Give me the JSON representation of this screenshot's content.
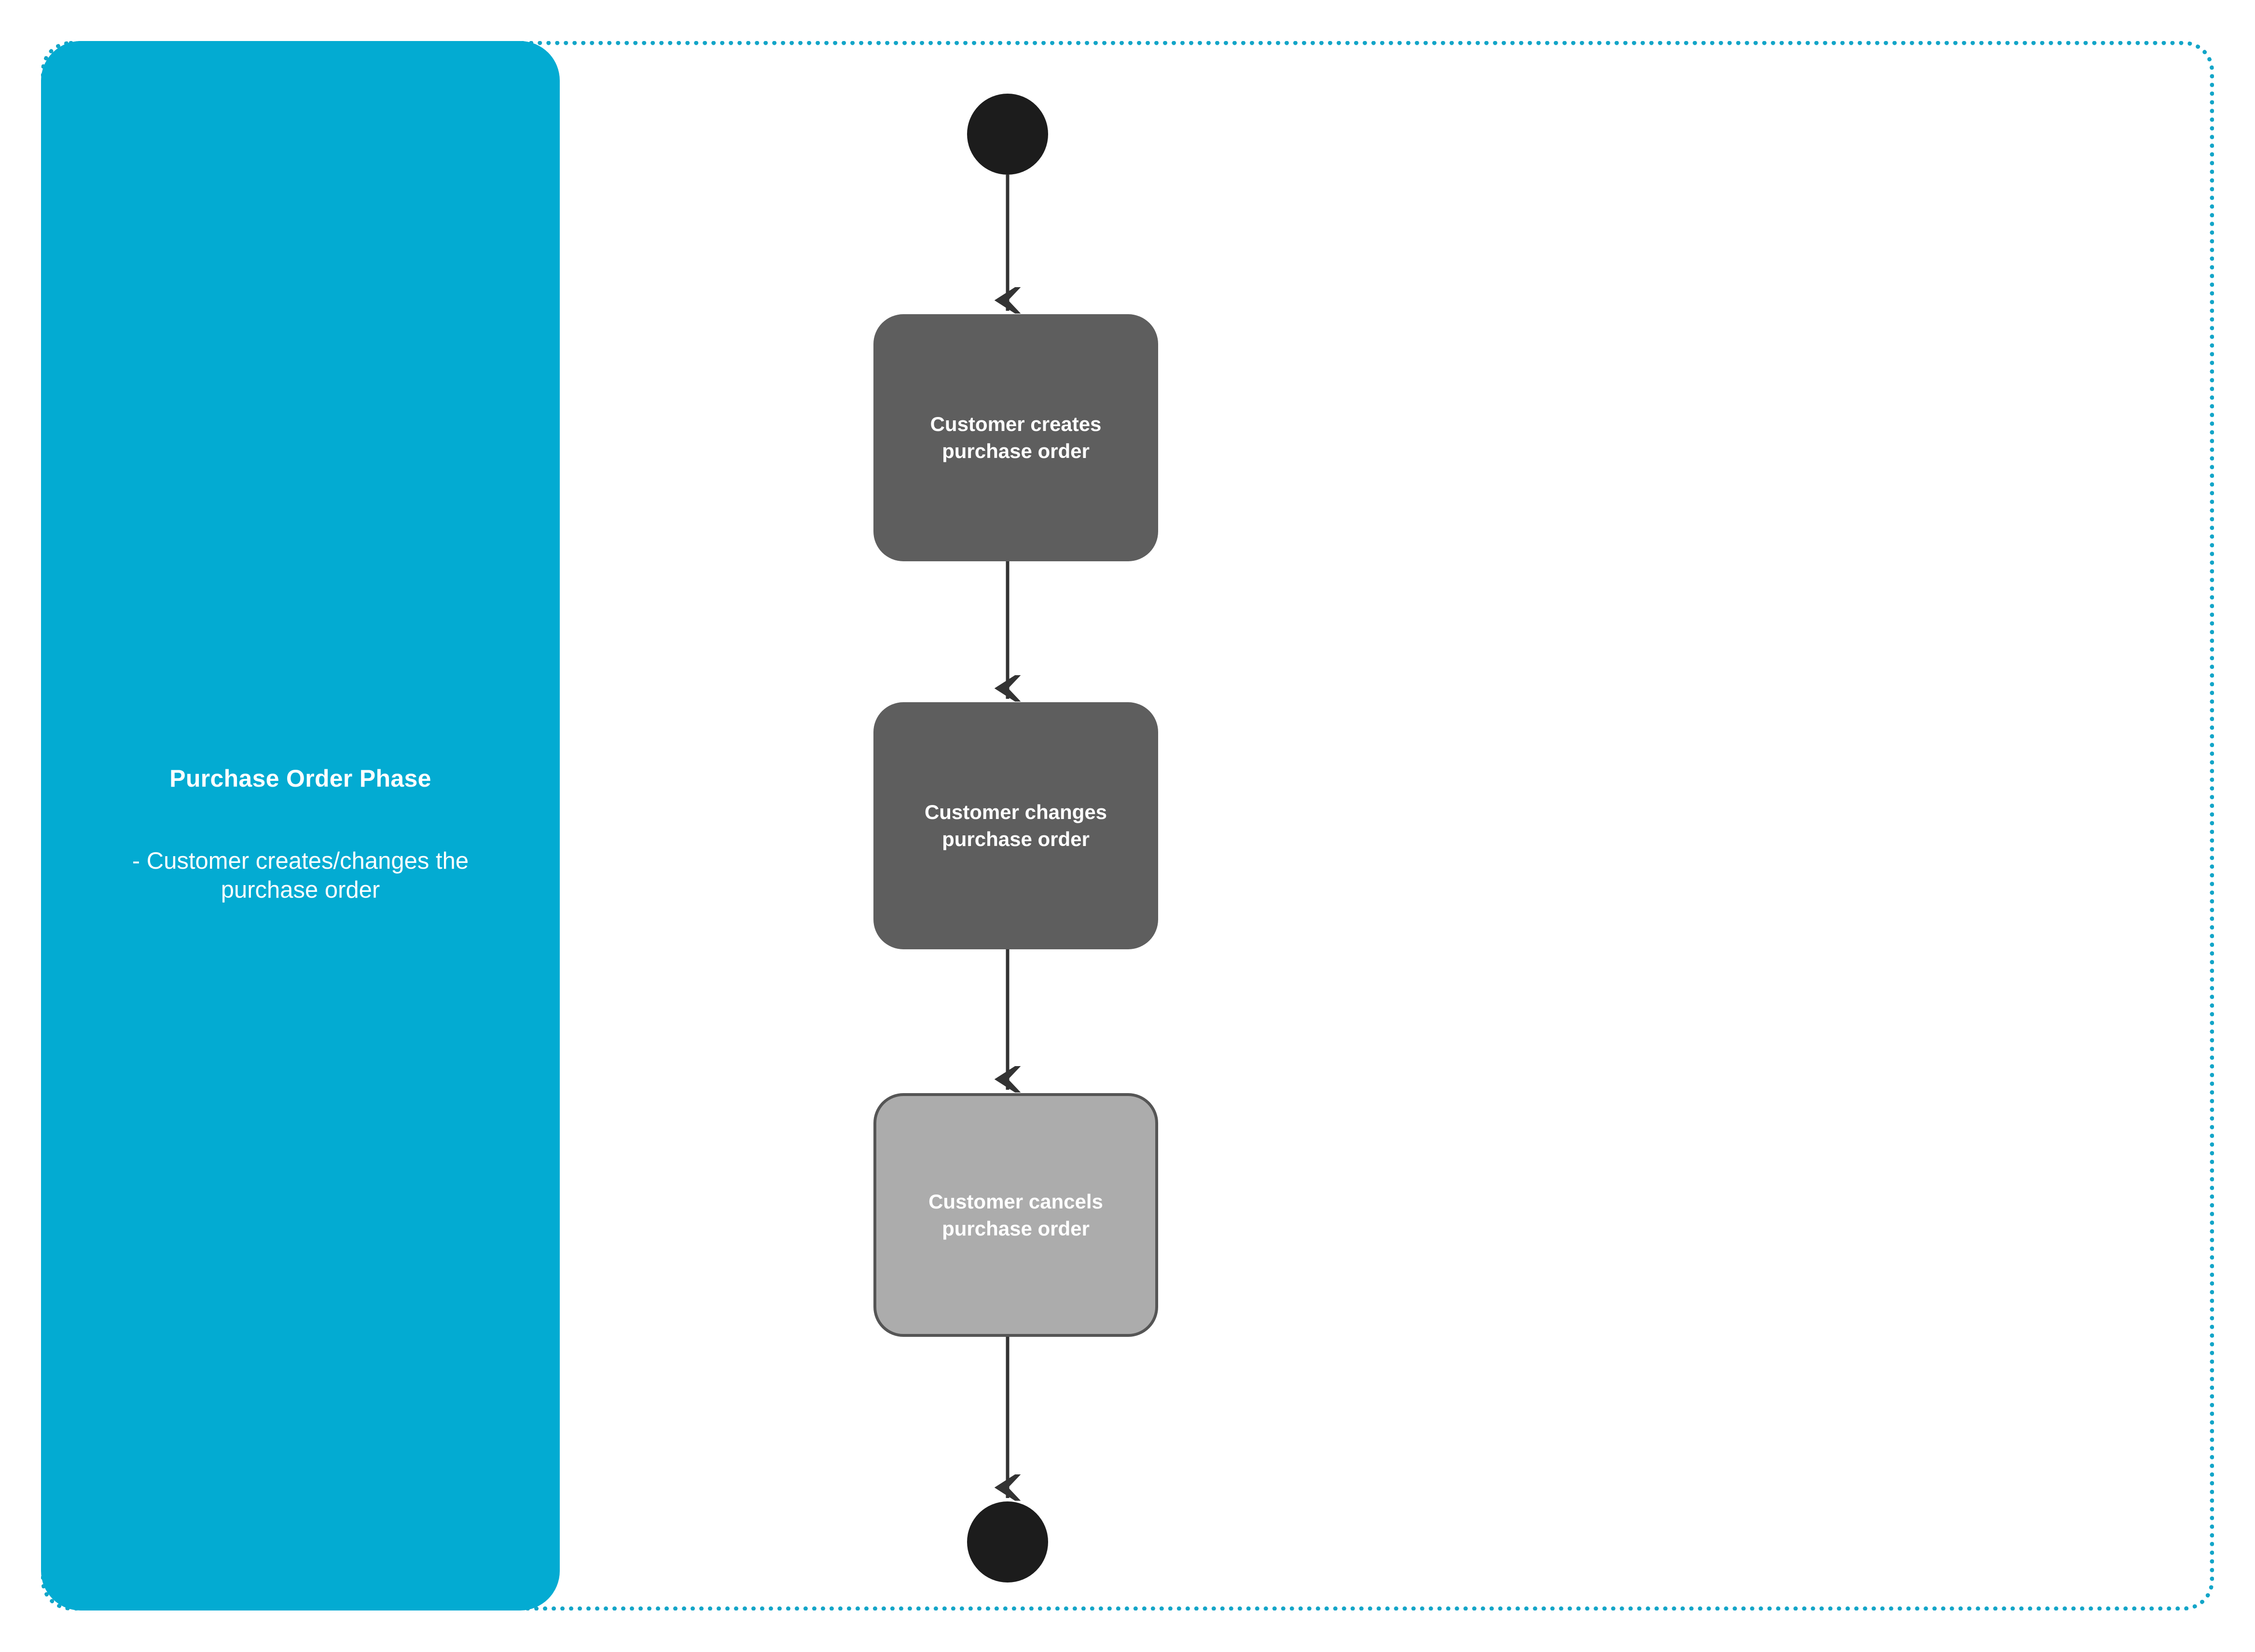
{
  "diagram": {
    "type": "flowchart",
    "orientation": "vertical",
    "colors": {
      "phase_panel": "#03ABD2",
      "container_border": "#13A5C8",
      "node_dark": "#5E5E5E",
      "node_light": "#ACACAC",
      "node_light_border": "#555555",
      "terminal": "#1C1C1C",
      "connector": "#333333",
      "node_text": "#FFFFFF"
    }
  },
  "phase": {
    "title": "Purchase Order Phase",
    "description": "- Customer creates/changes the purchase order"
  },
  "flow": {
    "start_node": "start-event",
    "end_node": "end-event",
    "nodes": [
      {
        "id": "create",
        "label": "Customer creates purchase order",
        "line1": "Customer creates",
        "line2": "purchase order",
        "style": "dark"
      },
      {
        "id": "change",
        "label": "Customer changes purchase order",
        "line1": "Customer changes",
        "line2": "purchase order",
        "style": "dark"
      },
      {
        "id": "cancel",
        "label": "Customer cancels purchase order",
        "line1": "Customer cancels",
        "line2": "purchase order",
        "style": "light"
      }
    ],
    "connectors": [
      {
        "from": "start-event",
        "to": "create"
      },
      {
        "from": "create",
        "to": "change"
      },
      {
        "from": "change",
        "to": "cancel"
      },
      {
        "from": "cancel",
        "to": "end-event"
      }
    ]
  }
}
